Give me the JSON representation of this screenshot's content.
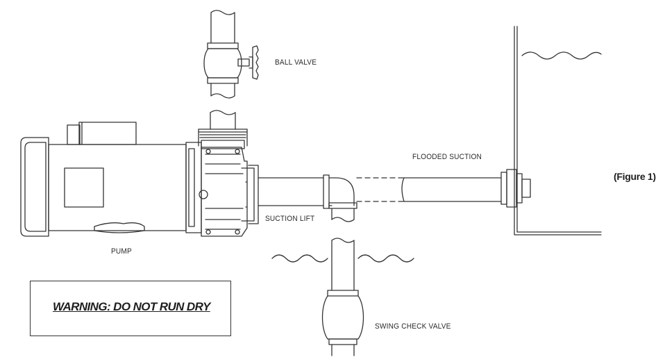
{
  "labels": {
    "ball_valve": "BALL VALVE",
    "flooded_suction": "FLOODED SUCTION",
    "figure": "(Figure 1)",
    "suction_lift": "SUCTION LIFT",
    "pump": "PUMP",
    "swing_check_valve": "SWING CHECK VALVE"
  },
  "warning": "WARNING: DO NOT RUN DRY",
  "colors": {
    "line": "#333333",
    "background": "#ffffff"
  }
}
